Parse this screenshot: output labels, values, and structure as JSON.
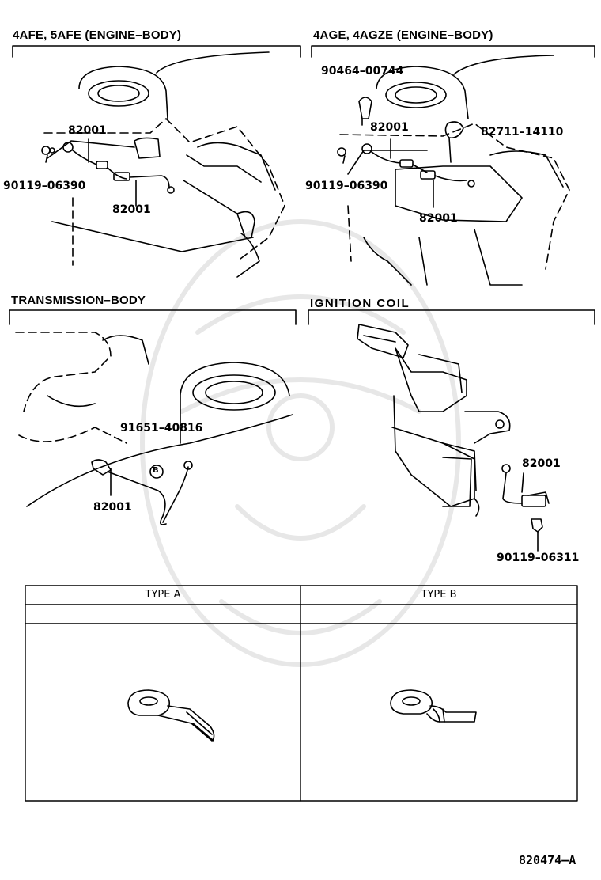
{
  "sections": {
    "engine_4afe": {
      "title": "4AFE, 5AFE (ENGINE–BODY)",
      "parts": [
        "82001",
        "90119–06390",
        "82001"
      ]
    },
    "engine_4age": {
      "title": "4AGE, 4AGZE (ENGINE–BODY)",
      "parts": [
        "90464–00744",
        "82001",
        "82711–14110",
        "90119–06390",
        "82001"
      ]
    },
    "transmission": {
      "title": "TRANSMISSION–BODY",
      "parts": [
        "91651–40816",
        "82001"
      ],
      "callout": "B"
    },
    "ignition_coil": {
      "title": "IGNITION COIL",
      "parts": [
        "82001",
        "90119–06311"
      ]
    }
  },
  "type_table": {
    "columns": [
      "TYPE A",
      "TYPE B"
    ]
  },
  "diagram_id": "820474–A"
}
